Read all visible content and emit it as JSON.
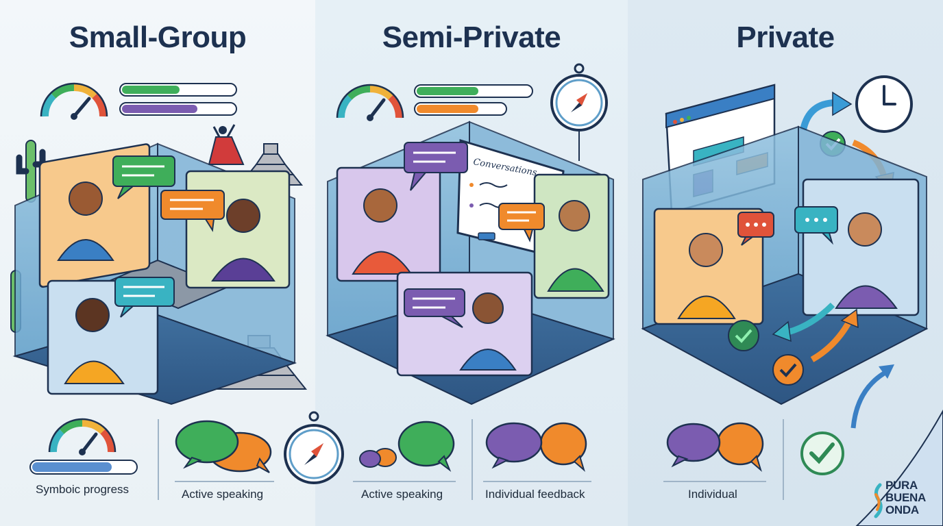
{
  "panels": {
    "small_group": {
      "title": "Small-Group",
      "captions": [
        "Symboic progress",
        "Active speaking"
      ]
    },
    "semi_private": {
      "title": "Semi-Private",
      "whiteboard_text": "Conversations",
      "captions": [
        "Active speaking",
        "Individual feedback"
      ]
    },
    "private": {
      "title": "Private",
      "captions": [
        "Individual"
      ]
    }
  },
  "logo": {
    "line1": "PURA",
    "line2": "BUENA",
    "line3": "ONDA"
  },
  "colors": {
    "navy": "#1d3150",
    "green": "#3fae5a",
    "purple": "#7b5cb0",
    "orange": "#f08a2c",
    "teal": "#39b3c2",
    "room_blue": "#5f9ec9"
  }
}
